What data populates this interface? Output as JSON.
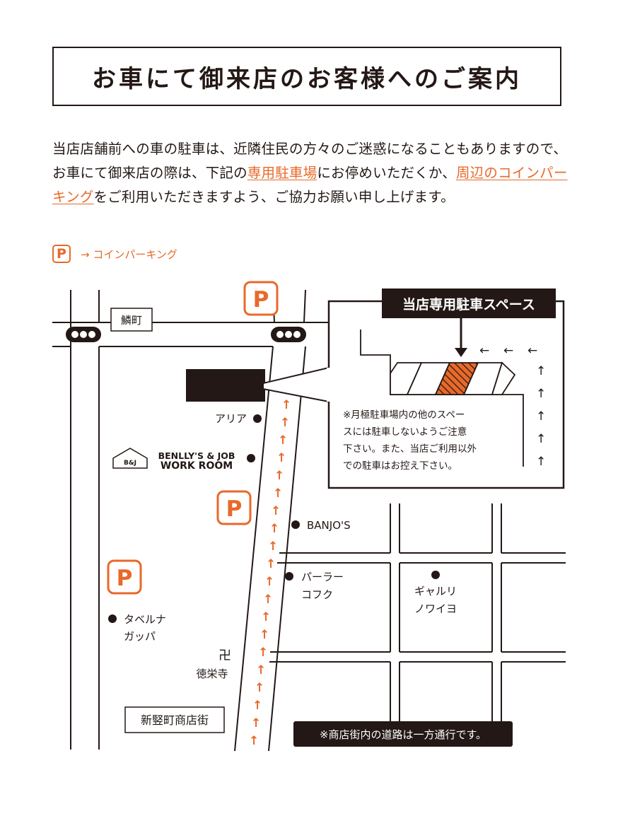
{
  "title": "お車にて御来店のお客様へのご案内",
  "intro": {
    "part1": "当店店舗前への車の駐車は、近隣住民の方々のご迷惑になることもありますので、お車にて御来店の際は、下記の",
    "link1": "専用駐車場",
    "part2": "にお停めいただくか、",
    "link2": "周辺のコインパーキング",
    "part3": "をご利用いただきますよう、ご協力お願い申し上げます。"
  },
  "legend": {
    "symbol": "P",
    "label": "→ コインパーキング"
  },
  "map": {
    "parking_symbol": "P",
    "street_label": "鱗町",
    "shopping_street_label": "新竪町商店街",
    "landmarks": {
      "aria": "アリア",
      "benlly_line1": "BENLLY'S & JOB",
      "benlly_line2": "WORK ROOM",
      "benlly_badge": "B&J",
      "banjos": "BANJO'S",
      "parlour_line1": "パーラー",
      "parlour_line2": "コフク",
      "gallery_line1": "ギャルリ",
      "gallery_line2": "ノワイヨ",
      "taberna_line1": "タベルナ",
      "taberna_line2": "ガッパ",
      "temple_symbol": "卍",
      "temple_name": "徳栄寺"
    },
    "callout": {
      "header": "当店専用駐車スペース",
      "note_line1": "※月極駐車場内の他のスペー",
      "note_line2": "スには駐車しないようご注意",
      "note_line3": "下さい。また、当店ご利用以外",
      "note_line4": "での駐車はお控え下さい。",
      "arrow_left": "←",
      "arrow_up": "↑"
    },
    "one_way_note": "※商店街内の道路は一方通行です。",
    "one_way_arrow": "↑"
  },
  "colors": {
    "accent": "#e8692a",
    "ink": "#231815",
    "background": "#ffffff"
  }
}
